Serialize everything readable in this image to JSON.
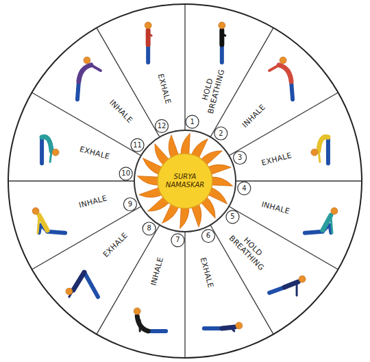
{
  "diagram": {
    "nodes": [
      {
        "text": [
          "SURYA NAMASKAR"
        ]
      }
    ],
    "labels": [
      "1",
      "HOLD BREATHING",
      "2",
      "INHALE",
      "3",
      "EXHALE",
      "4",
      "INHALE",
      "5",
      "HOLD BREATHING",
      "6",
      "EXHALE",
      "7",
      "INHALE",
      "8",
      "EXHALE",
      "9",
      "INHALE",
      "10",
      "EXHALE",
      "11",
      "INHALE",
      "12",
      "EXHALE"
    ]
  }
}
